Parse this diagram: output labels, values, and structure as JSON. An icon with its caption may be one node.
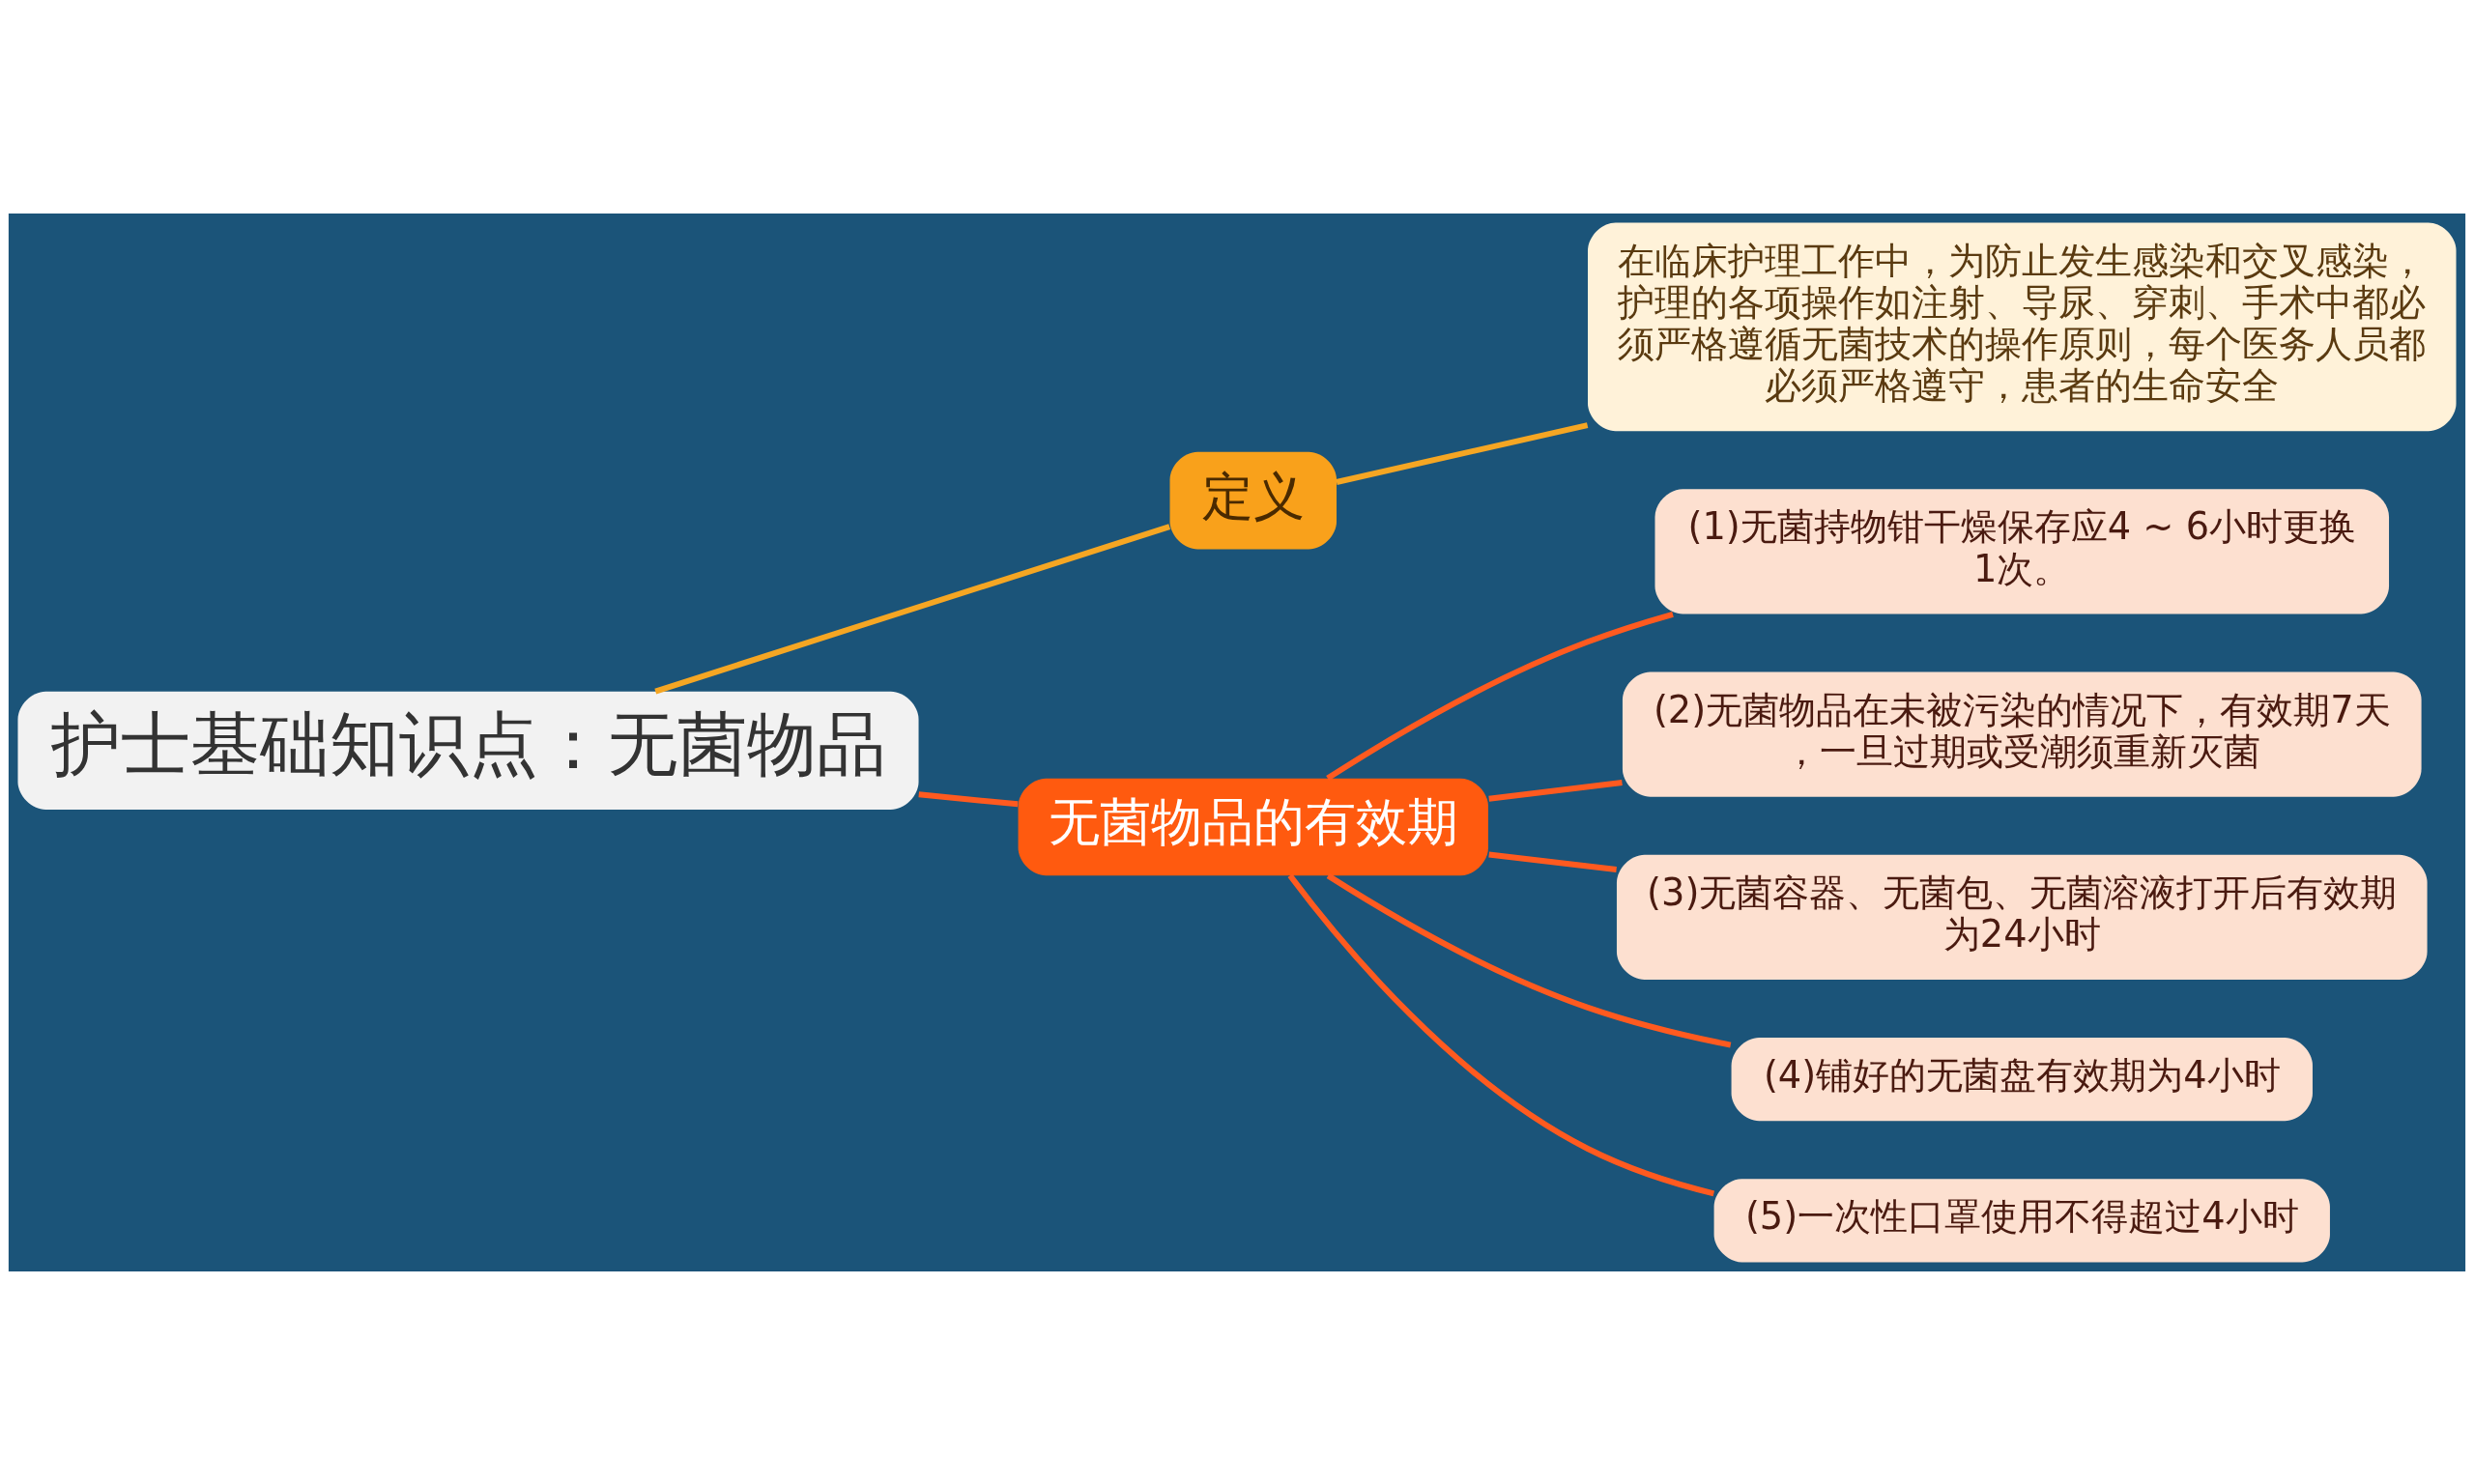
{
  "diagram": {
    "nodes": [
      {
        "text": [
          "护士基础知识点：无菌物品"
        ]
      },
      {
        "text": [
          "定义"
        ]
      },
      {
        "text": [
          "在临床护理工作中，为防止发生感染和交叉感染，护理的各项操作如注射、导尿、穿刺、手术中都必须严格遵循无菌技术的操作原则，每个医务人员都必须严格遵守，患者的生命安全"
        ]
      },
      {
        "text": [
          "无菌物品的有效期"
        ]
      },
      {
        "text": [
          "(1)无菌持物钳干燥保存应4 ~ 6小时更换1次。"
        ]
      },
      {
        "text": [
          "(2)无菌物品在未被污染的情况下，有效期7天，一旦过期或受潮须重新灭菌"
        ]
      },
      {
        "text": [
          "(3)无菌容器、无菌包、无菌溶液打开后有效期为24小时"
        ]
      },
      {
        "text": [
          "(4)铺好的无菌盘有效期为4小时"
        ]
      },
      {
        "text": [
          "(5)一次性口罩使用不得超过4小时"
        ]
      }
    ],
    "edges": [
      {
        "from": 0,
        "to": 1,
        "arrow": "none",
        "color": "#f5a623"
      },
      {
        "from": 1,
        "to": 2,
        "arrow": "none",
        "color": "#f5a623"
      },
      {
        "from": 0,
        "to": 3,
        "arrow": "none"
      },
      {
        "from": 3,
        "to": 4,
        "arrow": "none"
      },
      {
        "from": 3,
        "to": 5,
        "arrow": "none"
      },
      {
        "from": 3,
        "to": 6,
        "arrow": "none"
      },
      {
        "from": 3,
        "to": 7,
        "arrow": "none"
      },
      {
        "from": 3,
        "to": 8,
        "arrow": "none"
      }
    ]
  }
}
